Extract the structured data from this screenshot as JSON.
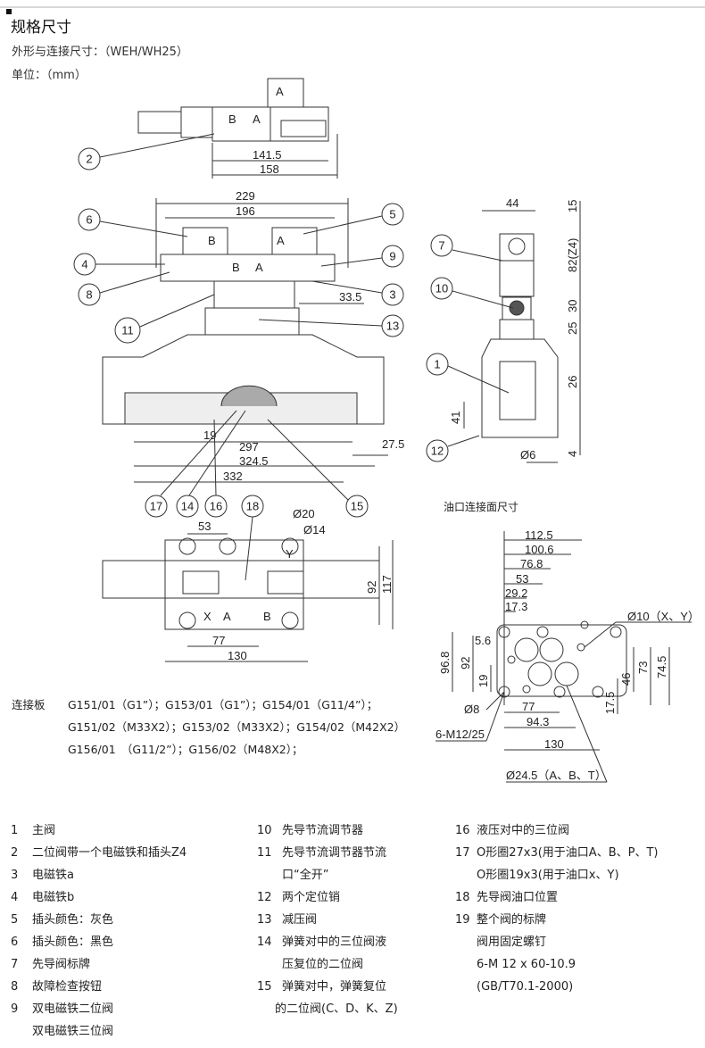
{
  "header": {
    "title": "规格尺寸",
    "subtitle": "外形与连接尺寸：（WEH/WH25）",
    "unit": "单位：（mm）"
  },
  "drawing": {
    "top_view": {
      "dims": [
        "141.5",
        "158"
      ],
      "labels": [
        "B",
        "A",
        "A"
      ]
    },
    "front_view": {
      "dims": [
        "229",
        "196",
        "33.5",
        "19",
        "297",
        "27.5",
        "324.5",
        "332"
      ],
      "labels": [
        "B",
        "A",
        "B",
        "A"
      ]
    },
    "bottom_view": {
      "dims": [
        "53",
        "Ø20",
        "Ø14",
        "92",
        "117",
        "77",
        "130"
      ],
      "labels": [
        "X",
        "A",
        "B",
        "Y"
      ]
    },
    "side_view": {
      "dims": [
        "44",
        "15",
        "82(Z4)",
        "30",
        "25",
        "26",
        "41",
        "Ø6",
        "4"
      ]
    },
    "port_face": {
      "title": "油口连接面尺寸",
      "dims": [
        "112.5",
        "100.6",
        "76.8",
        "53",
        "29.2",
        "17.3",
        "5.6",
        "96.8",
        "92",
        "19",
        "Ø8",
        "6-M12/25",
        "77",
        "94.3",
        "130",
        "Ø24.5（A、B、T）",
        "Ø10（X、Y）",
        "73",
        "74.5",
        "46",
        "17.5"
      ]
    },
    "callouts": [
      "1",
      "2",
      "3",
      "4",
      "5",
      "6",
      "7",
      "8",
      "9",
      "10",
      "11",
      "12",
      "13",
      "14",
      "15",
      "16",
      "17",
      "18"
    ]
  },
  "connection_plate": {
    "label": "连接板",
    "lines": [
      "G151/01（G1”）；G153/01（G1”）；G154/01（G11/4”）；",
      "G151/02（M33X2）；G153/02（M33X2）；G154/02（M42X2）",
      "G156/01　（G11/2”）；G156/02（M48X2）；"
    ]
  },
  "legend": {
    "col1": [
      {
        "n": "1",
        "t": "主阀"
      },
      {
        "n": "2",
        "t": "二位阀带一个电磁铁和插头Z4"
      },
      {
        "n": "3",
        "t": "电磁铁a"
      },
      {
        "n": "4",
        "t": "电磁铁b"
      },
      {
        "n": "5",
        "t": "插头颜色：灰色"
      },
      {
        "n": "6",
        "t": "插头颜色：黑色"
      },
      {
        "n": "7",
        "t": "先导阀标牌"
      },
      {
        "n": "8",
        "t": "故障检查按钮"
      },
      {
        "n": "9",
        "t": "双电磁铁二位阀",
        "t2": "双电磁铁三位阀"
      }
    ],
    "col2": [
      {
        "n": "10",
        "t": "先导节流调节器"
      },
      {
        "n": "11",
        "t": "先导节流调节器节流",
        "t2": "口“全开”"
      },
      {
        "n": "12",
        "t": "两个定位销"
      },
      {
        "n": "13",
        "t": "减压阀"
      },
      {
        "n": "14",
        "t": "弹簧对中的三位阀液",
        "t2": "压复位的二位阀"
      },
      {
        "n": "15",
        "t": "弹簧对中，弹簧复位",
        "t2": "的二位阀(C、D、K、Z)"
      }
    ],
    "col3": [
      {
        "n": "16",
        "t": "液压对中的三位阀"
      },
      {
        "n": "17",
        "t": "O形圈27x3(用于油口A、B、P、T)",
        "t2": "O形圈19x3(用于油口x、Y)"
      },
      {
        "n": "18",
        "t": "先导阀油口位置"
      },
      {
        "n": "19",
        "t": "整个阀的标牌",
        "t2": "阀用固定螺钉",
        "t3": "6-M 12 x 60-10.9",
        "t4": "(GB/T70.1-2000)"
      }
    ]
  }
}
